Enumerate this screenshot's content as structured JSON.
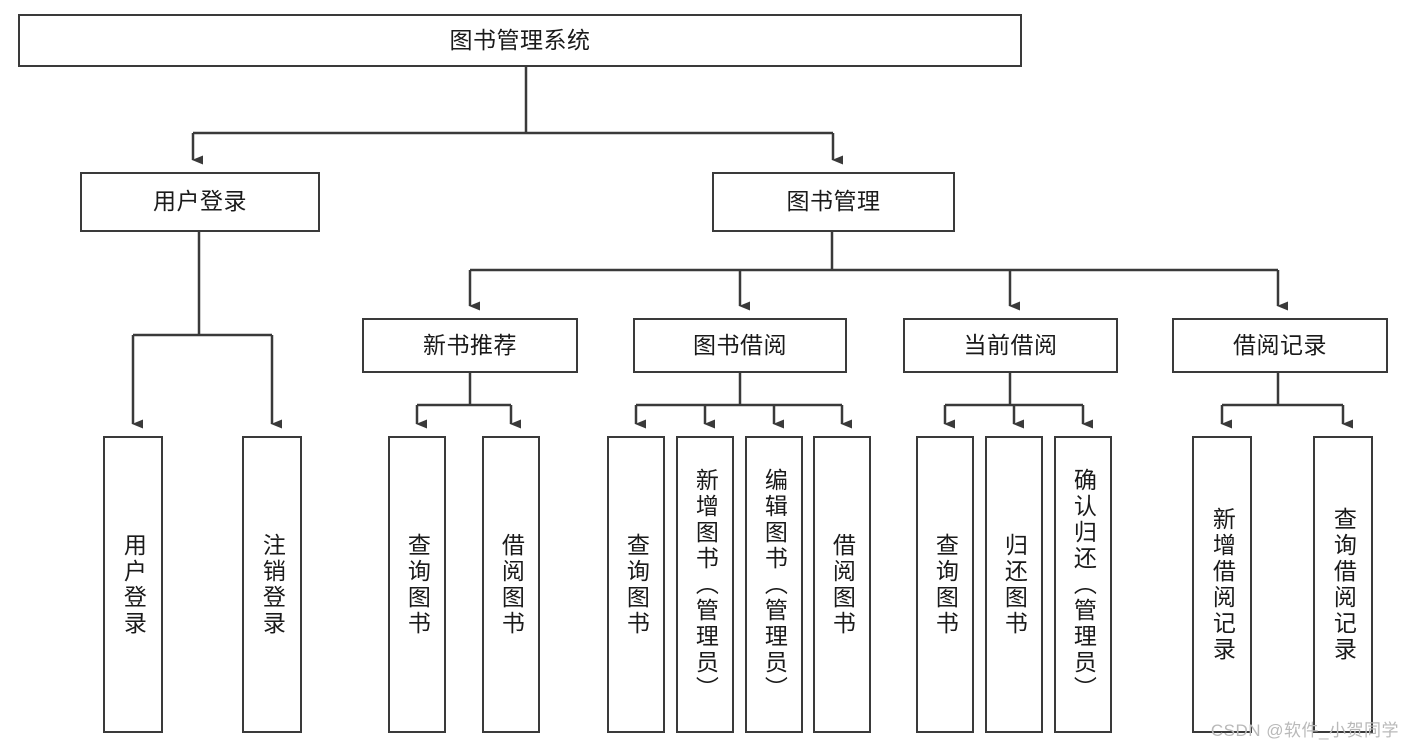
{
  "diagram": {
    "title": "图书管理系统",
    "type": "tree-hierarchy",
    "root": {
      "label": "图书管理系统"
    },
    "level2": [
      {
        "label": "用户登录"
      },
      {
        "label": "图书管理"
      }
    ],
    "level3": [
      {
        "label": "新书推荐"
      },
      {
        "label": "图书借阅"
      },
      {
        "label": "当前借阅"
      },
      {
        "label": "借阅记录"
      }
    ],
    "leaves": {
      "user_login": [
        {
          "label": "用户登录"
        },
        {
          "label": "注销登录"
        }
      ],
      "new_book_recommend": [
        {
          "label": "查询图书"
        },
        {
          "label": "借阅图书"
        }
      ],
      "book_borrow": [
        {
          "label": "查询图书"
        },
        {
          "label": "新增图书（管理员）"
        },
        {
          "label": "编辑图书（管理员）"
        },
        {
          "label": "借阅图书"
        }
      ],
      "current_borrow": [
        {
          "label": "查询图书"
        },
        {
          "label": "归还图书"
        },
        {
          "label": "确认归还（管理员）"
        }
      ],
      "borrow_record": [
        {
          "label": "新增借阅记录"
        },
        {
          "label": "查询借阅记录"
        }
      ]
    }
  },
  "watermark": {
    "text": "CSDN @软件_小贺同学"
  },
  "colors": {
    "border": "#3a3a3a",
    "background": "#ffffff",
    "text": "#1a1a1a",
    "watermark": "#b9b9b9"
  }
}
